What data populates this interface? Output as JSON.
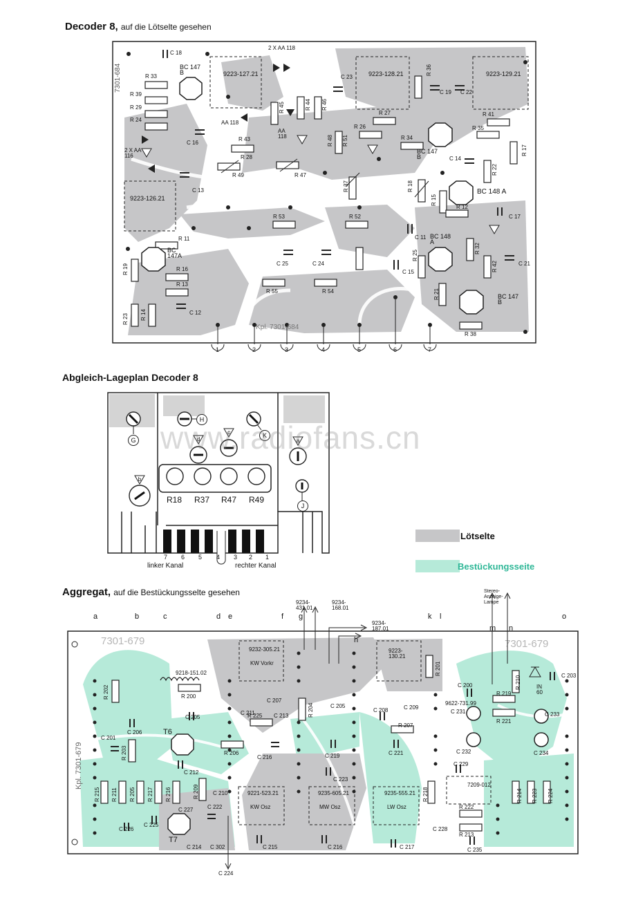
{
  "titles": {
    "decoder_main": "Decoder 8,",
    "decoder_sub": "auf die Lötselte gesehen",
    "abgleich": "Abgleich-Lageplan Decoder 8",
    "aggregat_main": "Aggregat,",
    "aggregat_sub": "auf die Bestückungsselte gesehen"
  },
  "watermark": "www.radiofans.cn",
  "colors": {
    "loetseite": "#c6c6c8",
    "bestueckungsseite": "#b6ead9",
    "ink": "#111111"
  },
  "legend": {
    "loetseite": "Lötselte",
    "bestueckungsseite": "Bestückungsseite"
  },
  "decoder": {
    "board_id": "7301-684",
    "stamp": "Kpl. 7301-684",
    "transistors": {
      "t1": "BC 147 B",
      "t2": "BC 147 B",
      "t3": "BC 148 A",
      "t4": "BC 148 A",
      "t5": "BC 147 B",
      "t6": "BC 147A"
    },
    "coils": {
      "c1": "9223-127.21",
      "c2": "9223-128.21",
      "c3": "9223-129.21",
      "c4": "9223-126.21"
    },
    "diode_labels": {
      "d1": "2 X AA 118",
      "d2": "AA 118",
      "d3": "AA 118",
      "d4": "2 X AA 116"
    },
    "components": [
      "R 33",
      "R 39",
      "R 29",
      "R 24",
      "C 18",
      "C 16",
      "C 13",
      "R 43",
      "R 28",
      "R 49",
      "R 47",
      "R 45",
      "R 44",
      "R 46",
      "R 48",
      "R 51",
      "R 26",
      "R 27",
      "R 36",
      "C 23",
      "C 19",
      "C 22",
      "R 34",
      "C 14",
      "R 35",
      "R 41",
      "R 17",
      "R 22",
      "R 18",
      "R 37",
      "R 15",
      "R 12",
      "C 17",
      "R 53",
      "R 52",
      "C 11",
      "R 25",
      "C 15",
      "R 32",
      "R 42",
      "C 21",
      "R 11",
      "R 16",
      "R 13",
      "R 19",
      "R 23",
      "R 14",
      "C 12",
      "C 25",
      "C 24",
      "R 55",
      "R 54",
      "R 21",
      "R 38"
    ],
    "pins": [
      "1",
      "2",
      "3",
      "4",
      "5",
      "6",
      "7"
    ]
  },
  "abgleich": {
    "controls": [
      "G",
      "H",
      "K",
      "J"
    ],
    "triangles": [
      "a",
      "b",
      "c",
      "d"
    ],
    "pots": [
      "R18",
      "R37",
      "R47",
      "R49"
    ],
    "pins": [
      "7",
      "6",
      "5",
      "4",
      "3",
      "2",
      "1"
    ],
    "left_channel": "linker Kanal",
    "right_channel": "rechter Kanal"
  },
  "aggregat": {
    "board_id_top": "7301-679",
    "board_id_right": "7301-679",
    "side_stamp": "Kpl. 7301-679",
    "col_letters": [
      "a",
      "b",
      "c",
      "d",
      "e",
      "f",
      "g",
      "h",
      "k",
      "l",
      "m",
      "n",
      "o"
    ],
    "top_labels": {
      "t1": "9234-431.01",
      "t2": "9234-168.01",
      "t3": "9234-187.01",
      "t4": "Stereo-Anzeige-Lampe"
    },
    "coils": {
      "c1": "9232-305.21",
      "c1b": "KW Vorkr",
      "c2": "9223-130.21",
      "c3": "9221-523.21",
      "c3b": "KW Osz",
      "c4": "9235-605.21",
      "c4b": "MW Osz",
      "c5": "9235-555.21",
      "c5b": "LW Osz",
      "c6": "9218-151.02",
      "c7": "9622-731.99",
      "c8": "7209-012"
    },
    "transistors": {
      "t6": "T6",
      "t7": "T7"
    },
    "components": [
      "R 200",
      "R 202",
      "C 205",
      "C 206",
      "C 201",
      "R 203",
      "C 212",
      "R 206",
      "R 225",
      "C 213",
      "C 216",
      "C 211",
      "C 207",
      "R 204",
      "C 205",
      "C 208",
      "C 209",
      "R 207",
      "C 221",
      "C 219",
      "C 223",
      "R 201",
      "C 200",
      "C 203",
      "R 210",
      "R 219",
      "R 221",
      "C 231",
      "C 233",
      "C 232",
      "C 234",
      "C 229",
      "R 214",
      "R 223",
      "R 224",
      "R 218",
      "R 222",
      "R 213",
      "C 228",
      "C 235",
      "R 215",
      "R 211",
      "R 205",
      "R 217",
      "R 216",
      "R 209",
      "C 210",
      "C 222",
      "C 227",
      "C 226",
      "C 225",
      "C 214",
      "C 302",
      "C 215",
      "C 216",
      "C 217",
      "C 224"
    ],
    "diode": "IN 60"
  }
}
